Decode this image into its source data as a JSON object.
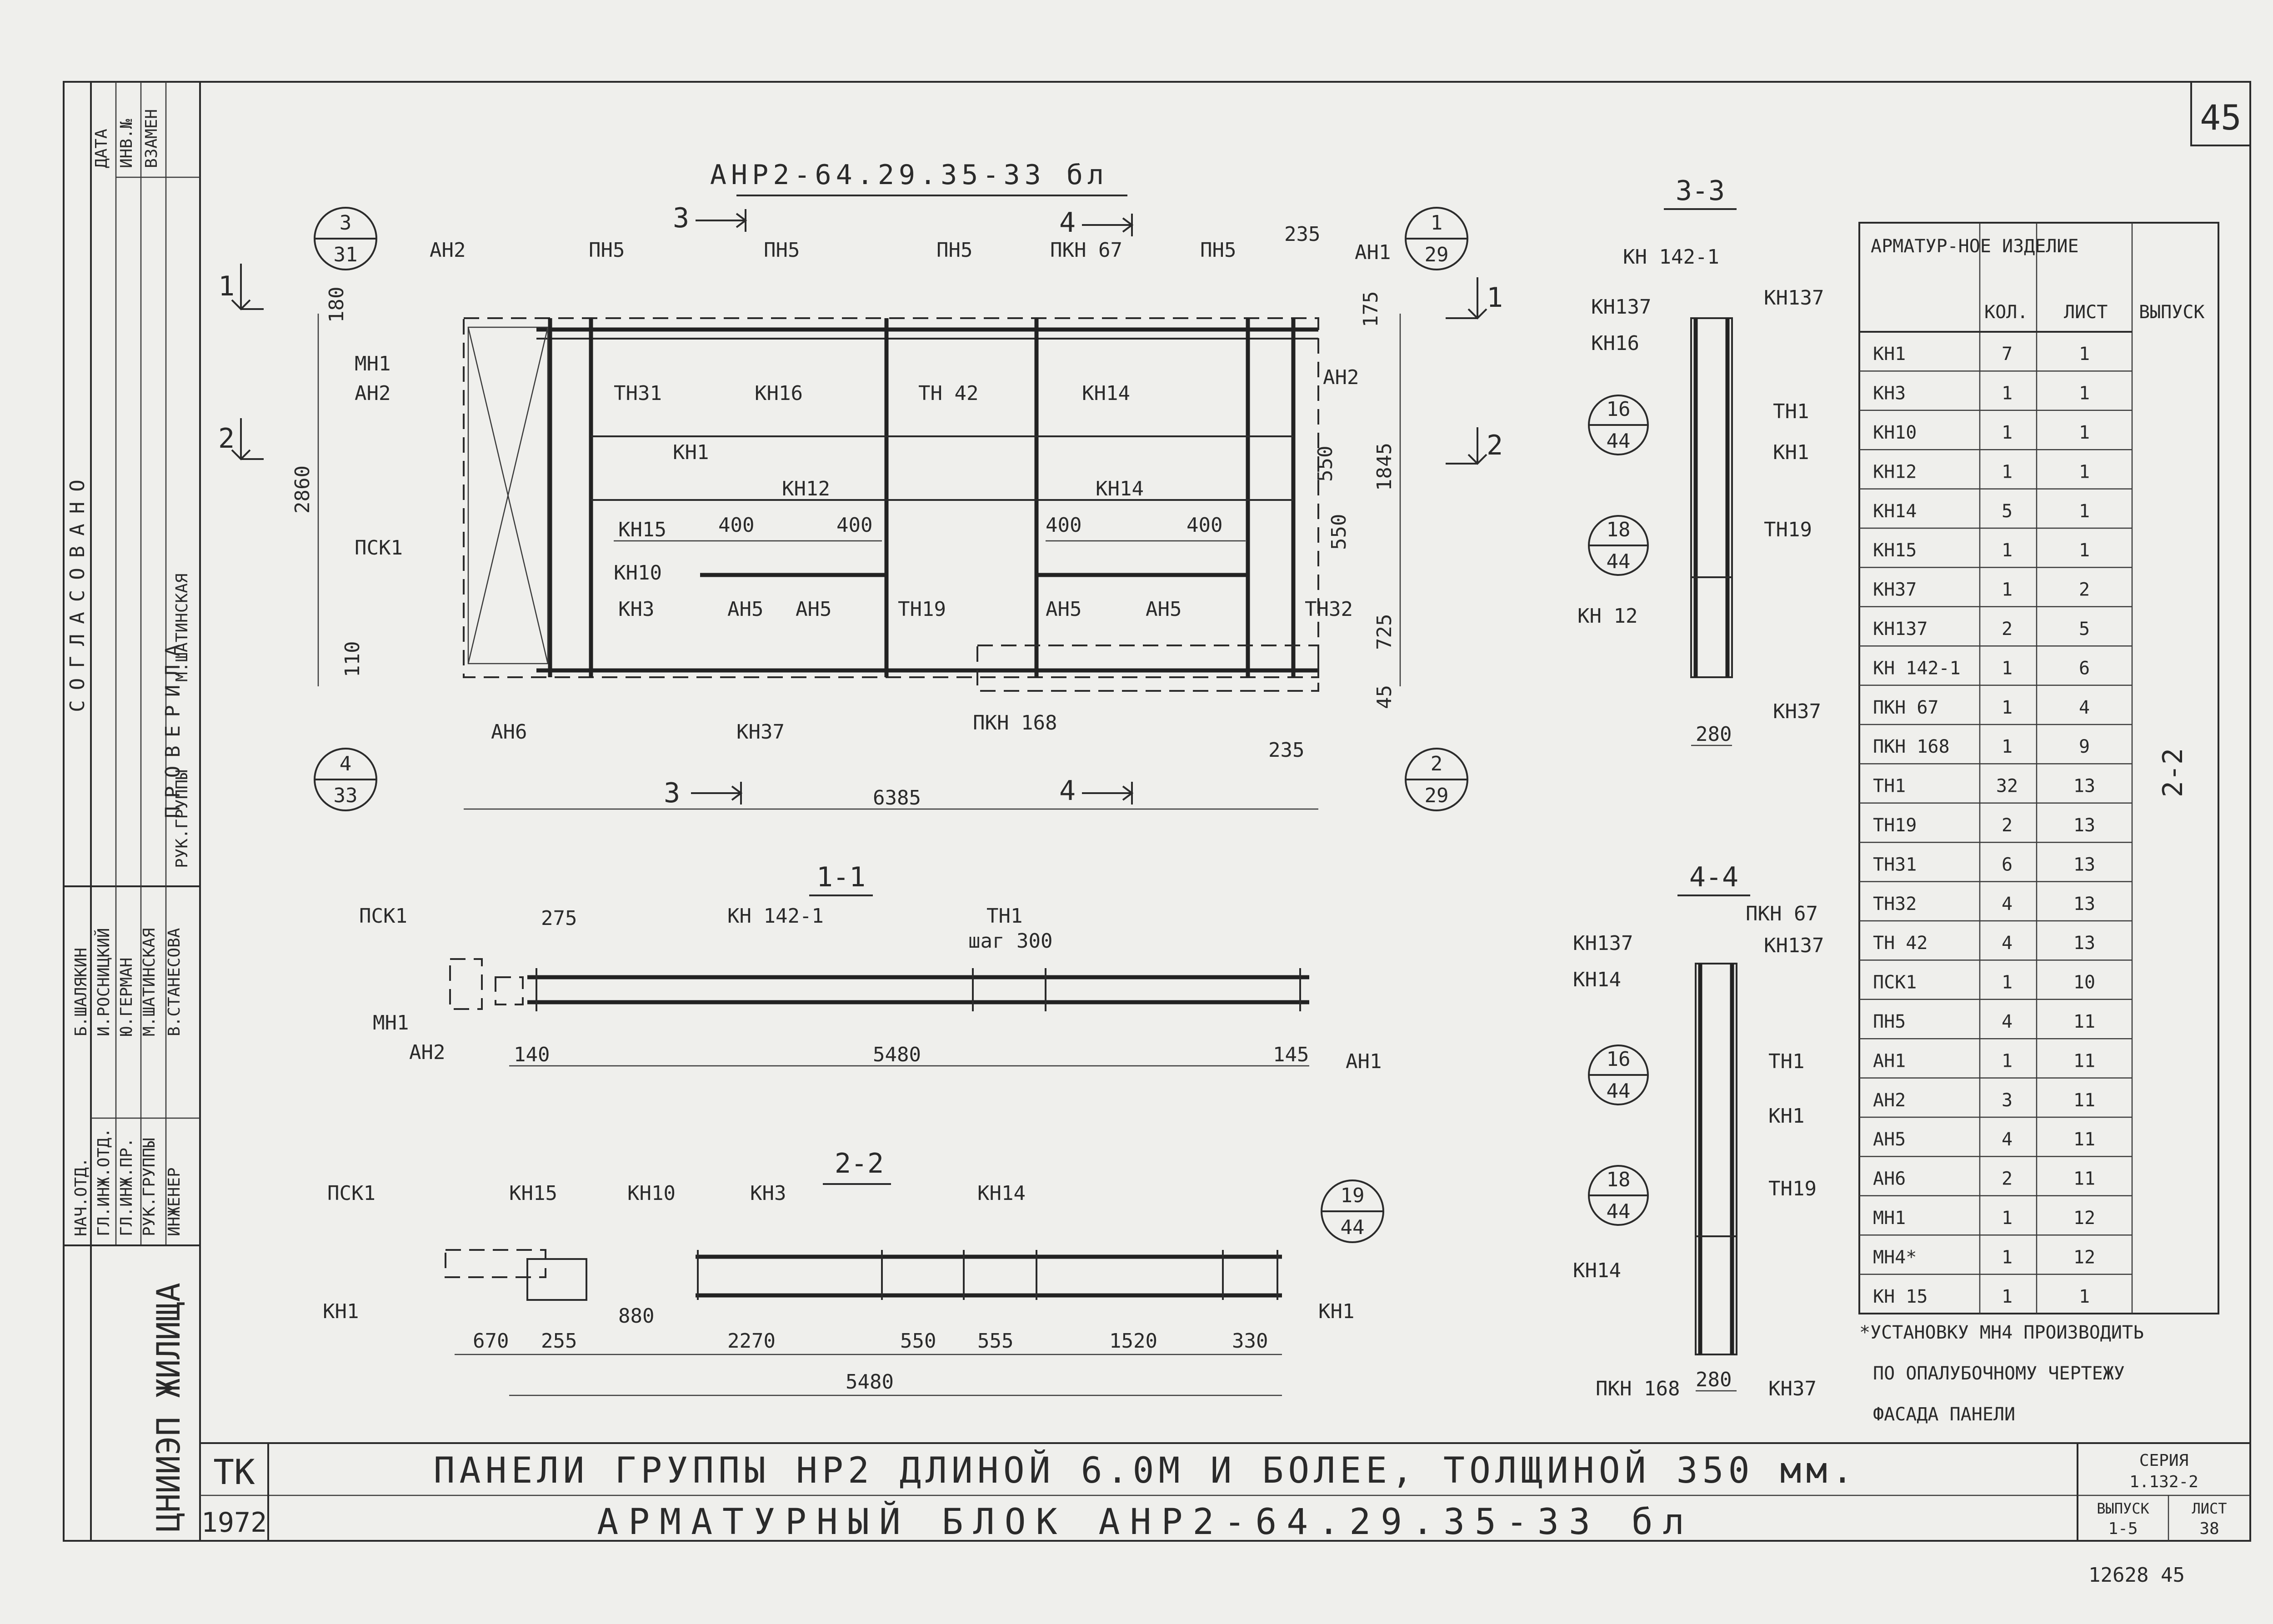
{
  "sheet": {
    "page_number": "45",
    "main_title": "АНР2-64.29.35-33 бл",
    "bottom_stamp": "12628 45"
  },
  "views": {
    "main": {
      "labels": [
        "АН2",
        "ПН5",
        "ПН5",
        "ПН5",
        "ПКН 67",
        "ПН5",
        "АН1",
        "МН1",
        "АН2",
        "ТН31",
        "КН16",
        "ТН 42",
        "КН14",
        "АН2",
        "КН1",
        "КН12",
        "КН14",
        "ПСК1",
        "КН15",
        "КН10",
        "КН3",
        "АН5",
        "АН5",
        "ТН19",
        "АН5",
        "АН5",
        "ТН32",
        "АН6",
        "КН37",
        "ПКН 168"
      ],
      "dims": [
        "235",
        "180",
        "175",
        "2860",
        "1845",
        "550",
        "550",
        "725",
        "110",
        "45",
        "400",
        "400",
        "400",
        "400",
        "235",
        "6385"
      ],
      "section_marks": [
        "1",
        "1",
        "2",
        "2",
        "3",
        "3",
        "4",
        "4"
      ],
      "callouts": [
        {
          "num": "3",
          "sheet": "31"
        },
        {
          "num": "1",
          "sheet": "29"
        },
        {
          "num": "4",
          "sheet": "33"
        },
        {
          "num": "2",
          "sheet": "29"
        }
      ]
    },
    "sec_1_1": {
      "title": "1-1",
      "labels": [
        "ПСК1",
        "КН 142-1",
        "ТН1",
        "шаг 300",
        "МН1",
        "АН2",
        "АН1"
      ],
      "dims": [
        "275",
        "140",
        "5480",
        "145"
      ]
    },
    "sec_2_2": {
      "title": "2-2",
      "labels": [
        "ПСК1",
        "КН15",
        "КН10",
        "КН3",
        "КН14",
        "КН1",
        "КН1"
      ],
      "dims": [
        "670",
        "255",
        "880",
        "2270",
        "550",
        "555",
        "1520",
        "330",
        "5480"
      ],
      "callouts": [
        {
          "num": "19",
          "sheet": "44"
        }
      ]
    },
    "sec_3_3": {
      "title": "3-3",
      "labels": [
        "КН 142-1",
        "КН137",
        "КН137",
        "КН16",
        "ТН1",
        "КН1",
        "ТН19",
        "КН 12",
        "КН37"
      ],
      "dims": [
        "280"
      ],
      "callouts": [
        {
          "num": "16",
          "sheet": "44"
        },
        {
          "num": "18",
          "sheet": "44"
        }
      ]
    },
    "sec_4_4": {
      "title": "4-4",
      "labels": [
        "КН137",
        "ПКН 67",
        "КН137",
        "КН14",
        "ТН1",
        "КН1",
        "ТН19",
        "КН14",
        "ПКН 168",
        "КН37"
      ],
      "dims": [
        "280"
      ],
      "callouts": [
        {
          "num": "16",
          "sheet": "44"
        },
        {
          "num": "18",
          "sheet": "44"
        }
      ]
    }
  },
  "spec_table": {
    "headers": [
      "АРМАТУР-НОЕ ИЗДЕЛИЕ",
      "КОЛ.",
      "ЛИСТ",
      "ВЫПУСК"
    ],
    "release": "2-2",
    "rows": [
      [
        "КН1",
        "7",
        "1"
      ],
      [
        "КН3",
        "1",
        "1"
      ],
      [
        "КН10",
        "1",
        "1"
      ],
      [
        "КН12",
        "1",
        "1"
      ],
      [
        "КН14",
        "5",
        "1"
      ],
      [
        "КН15",
        "1",
        "1"
      ],
      [
        "КН37",
        "1",
        "2"
      ],
      [
        "КН137",
        "2",
        "5"
      ],
      [
        "КН 142-1",
        "1",
        "6"
      ],
      [
        "ПКН 67",
        "1",
        "4"
      ],
      [
        "ПКН 168",
        "1",
        "9"
      ],
      [
        "ТН1",
        "32",
        "13"
      ],
      [
        "ТН19",
        "2",
        "13"
      ],
      [
        "ТН31",
        "6",
        "13"
      ],
      [
        "ТН32",
        "4",
        "13"
      ],
      [
        "ТН 42",
        "4",
        "13"
      ],
      [
        "ПСК1",
        "1",
        "10"
      ],
      [
        "ПН5",
        "4",
        "11"
      ],
      [
        "АН1",
        "1",
        "11"
      ],
      [
        "АН2",
        "3",
        "11"
      ],
      [
        "АН5",
        "4",
        "11"
      ],
      [
        "АН6",
        "2",
        "11"
      ],
      [
        "МН1",
        "1",
        "12"
      ],
      [
        "МН4*",
        "1",
        "12"
      ],
      [
        "КН 15",
        "1",
        "1"
      ]
    ],
    "note": [
      "*УСТАНОВКУ МН4 ПРОИЗВОДИТЬ",
      "ПО ОПАЛУБОЧНОМУ ЧЕРТЕЖУ",
      "ФАСАДА ПАНЕЛИ"
    ]
  },
  "left_strip": {
    "agreed": "СОГЛАСОВАНО",
    "check": "ПРОВЕРИЛА",
    "roles": [
      "НАЧ.ОТД.",
      "ГЛ.ИНЖ.ОТД.",
      "ГЛ.ИНЖ.ПР.",
      "РУК.ГРУППЫ",
      "ИНЖЕНЕР"
    ],
    "names": [
      "Б.ШАЛЯКИН",
      "И.РОСНИЦКИЙ",
      "Ю.ГЕРМАН",
      "М.ШАТИНСКАЯ",
      "В.СТАНЕСОВА"
    ],
    "col_headers": [
      "ДАТА",
      "ИНВ.№",
      "ВЗАМЕН"
    ],
    "checker_role": "РУК.ГРУППЫ",
    "checker_name": "М.ШАТИНСКАЯ",
    "institute": "ЦНИИЭП ЖИЛИЩА"
  },
  "title_block": {
    "tk": "ТК",
    "year": "1972",
    "line1": "ПАНЕЛИ ГРУППЫ НР2 ДЛИНОЙ 6.0М И БОЛЕЕ, ТОЛЩИНОЙ 350 мм.",
    "line2": "АРМАТУРНЫЙ БЛОК АНР2-64.29.35-33 бл",
    "series_label": "СЕРИЯ",
    "series": "1.132-2",
    "issue_label": "ВЫПУСК",
    "issue": "1-5",
    "sheet_label": "ЛИСТ",
    "sheet": "38"
  }
}
